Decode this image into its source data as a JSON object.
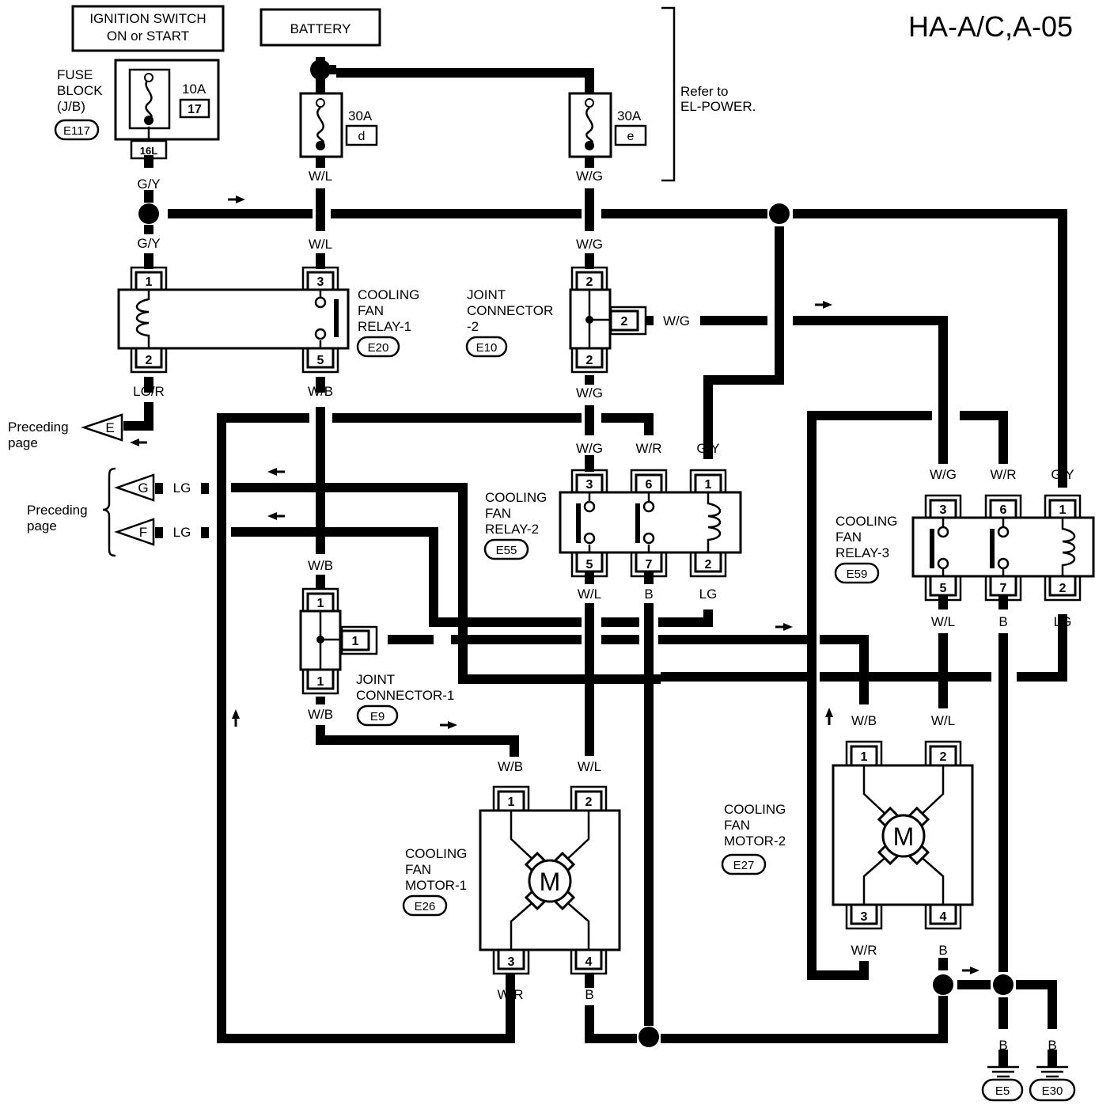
{
  "title": "HA-A/C,A-05",
  "sources": {
    "ignition": [
      "IGNITION SWITCH",
      "ON or START"
    ],
    "battery": "BATTERY",
    "refer": [
      "Refer to",
      "EL-POWER."
    ]
  },
  "fuse_block": {
    "label": [
      "FUSE",
      "BLOCK",
      "(J/B)"
    ],
    "connector": "E117",
    "rating": "10A",
    "number": "17",
    "terminal": "16L"
  },
  "fuse_d": {
    "rating": "30A",
    "id": "d"
  },
  "fuse_e": {
    "rating": "30A",
    "id": "e"
  },
  "relay1": {
    "label": [
      "COOLING",
      "FAN",
      "RELAY-1"
    ],
    "connector": "E20",
    "pins": [
      "1",
      "3",
      "2",
      "5"
    ]
  },
  "relay2": {
    "label": [
      "COOLING",
      "FAN",
      "RELAY-2"
    ],
    "connector": "E55",
    "pins": [
      "3",
      "6",
      "1",
      "5",
      "7",
      "2"
    ]
  },
  "relay3": {
    "label": [
      "COOLING",
      "FAN",
      "RELAY-3"
    ],
    "connector": "E59",
    "pins": [
      "3",
      "6",
      "1",
      "5",
      "7",
      "2"
    ]
  },
  "joint2": {
    "label": [
      "JOINT",
      "CONNECTOR",
      "-2"
    ],
    "connector": "E10",
    "pins": [
      "2",
      "2",
      "2"
    ]
  },
  "joint1": {
    "label": [
      "JOINT",
      "CONNECTOR-1"
    ],
    "connector": "E9",
    "pins": [
      "1",
      "1",
      "1"
    ]
  },
  "motor1": {
    "label": [
      "COOLING",
      "FAN",
      "MOTOR-1"
    ],
    "connector": "E26",
    "symbol": "M",
    "pins": [
      "1",
      "2",
      "3",
      "4"
    ]
  },
  "motor2": {
    "label": [
      "COOLING",
      "FAN",
      "MOTOR-2"
    ],
    "connector": "E27",
    "symbol": "M",
    "pins": [
      "1",
      "2",
      "3",
      "4"
    ]
  },
  "preceding": {
    "text": [
      "Preceding",
      "page"
    ],
    "e": "E",
    "g": "G",
    "f": "F"
  },
  "wires": {
    "gy_top": "G/Y",
    "gy_mid": "G/Y",
    "wl_d": "W/L",
    "wl_relay1": "W/L",
    "wg_e": "W/G",
    "wg_joint2": "W/G",
    "lgr": "LG/R",
    "wb_relay1": "W/B",
    "wg_joint2_side": "W/G",
    "wg_joint2_bot": "W/G",
    "r2_wg": "W/G",
    "r2_wr": "W/R",
    "r2_gy": "G/Y",
    "r2_wl": "W/L",
    "r2_b": "B",
    "r2_lg": "LG",
    "lg_g": "LG",
    "lg_f": "LG",
    "wb_j1_top": "W/B",
    "wb_j1_side": "W/B",
    "wb_j1_bot": "W/B",
    "r3_wg": "W/G",
    "r3_wr": "W/R",
    "r3_gy": "G/Y",
    "r3_wl": "W/L",
    "r3_b": "B",
    "r3_lg": "LG",
    "m1_wb": "W/B",
    "m1_wl": "W/L",
    "m1_wr": "W/R",
    "m1_b": "B",
    "m2_wb": "W/B",
    "m2_wl": "W/L",
    "m2_wr": "W/R",
    "m2_b": "B",
    "gnd1": "B",
    "gnd2": "B"
  },
  "grounds": [
    "E5",
    "E30"
  ]
}
